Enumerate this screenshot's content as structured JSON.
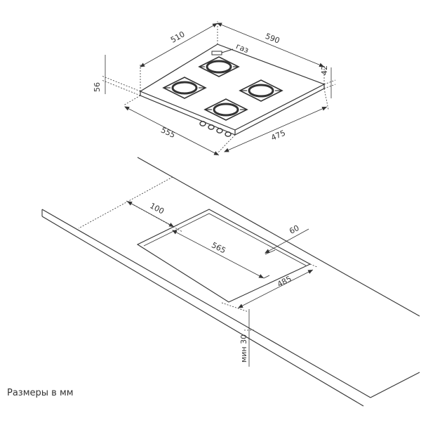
{
  "hob": {
    "dims": {
      "width_top": "510",
      "depth_top": "590",
      "height_right": "42",
      "height_left": "56",
      "width_bottom": "555",
      "depth_bottom": "475",
      "gas_label": "газ"
    }
  },
  "cutout": {
    "dims": {
      "back_offset": "100",
      "edge_offset": "60",
      "length": "565",
      "depth": "485",
      "min_thickness": "мин 30"
    }
  },
  "caption": "Размеры в мм",
  "colors": {
    "line": "#333333",
    "background": "#ffffff"
  }
}
